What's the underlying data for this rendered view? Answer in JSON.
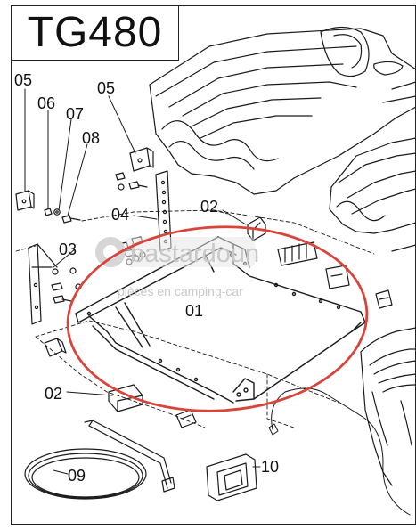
{
  "title": "TG480",
  "callouts": {
    "c05a": "05",
    "c06": "06",
    "c07": "07",
    "c08": "08",
    "c05b": "05",
    "c04": "04",
    "c02a": "02",
    "c03": "03",
    "c01": "01",
    "c02b": "02",
    "c09": "09",
    "c10": "10"
  },
  "watermark": {
    "brand": "bastardoun",
    "tagline": "pièces en camping-car"
  },
  "colors": {
    "highlight_ellipse": "#d8443a",
    "line": "#1a1a1a",
    "watermark": "#c9c9c9"
  }
}
